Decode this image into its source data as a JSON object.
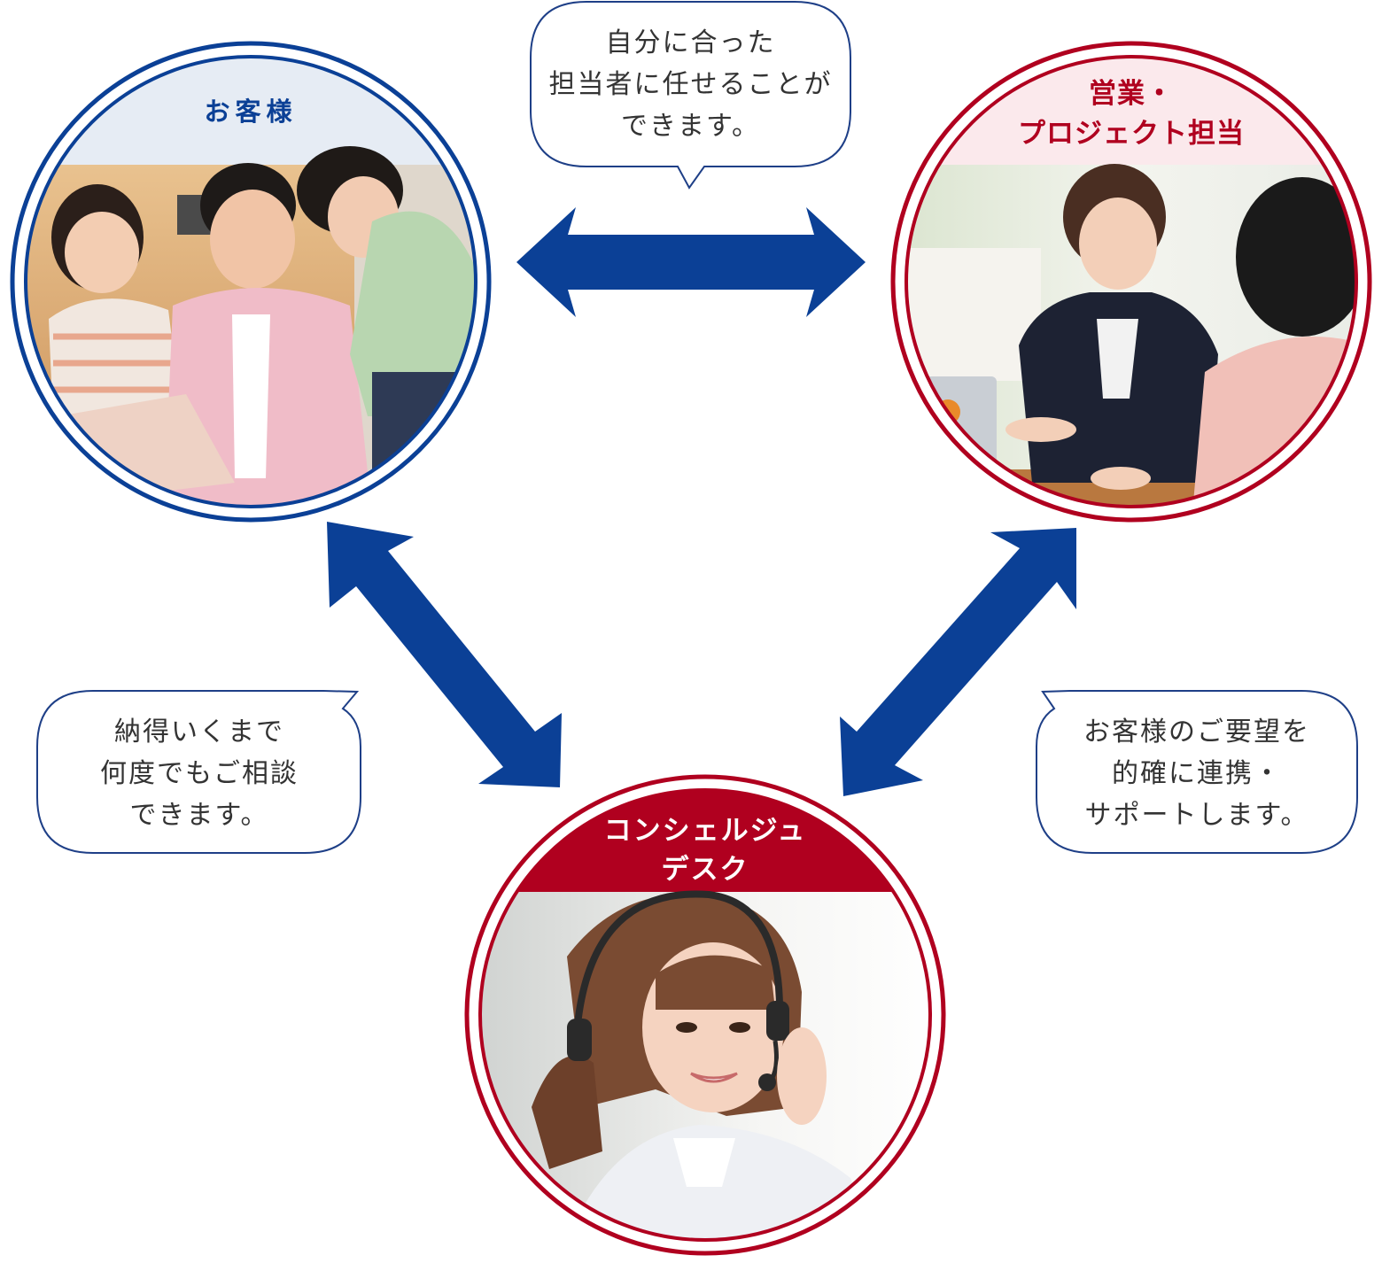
{
  "nodes": {
    "customer": {
      "title": "お客様",
      "photo_alt": "family-with-laptop-photo"
    },
    "sales": {
      "title_lines": [
        "営業・",
        "プロジェクト担当"
      ],
      "photo_alt": "sales-consultant-meeting-photo"
    },
    "concierge": {
      "title_lines": [
        "コンシェルジュ",
        "デスク"
      ],
      "photo_alt": "operator-with-headset-photo"
    }
  },
  "bubbles": {
    "top": [
      "自分に合った",
      "担当者に任せることが",
      "できます。"
    ],
    "left": [
      "納得いくまで",
      "何度でもご相談",
      "できます。"
    ],
    "right": [
      "お客様のご要望を",
      "的確に連携・",
      "サポートします。"
    ]
  },
  "colors": {
    "navy": "#0b4096",
    "crimson": "#b0001f",
    "customer_header_bg": "#e6ecf4",
    "sales_header_bg": "#fbe9ec",
    "bubble_border": "#1e3f87"
  }
}
